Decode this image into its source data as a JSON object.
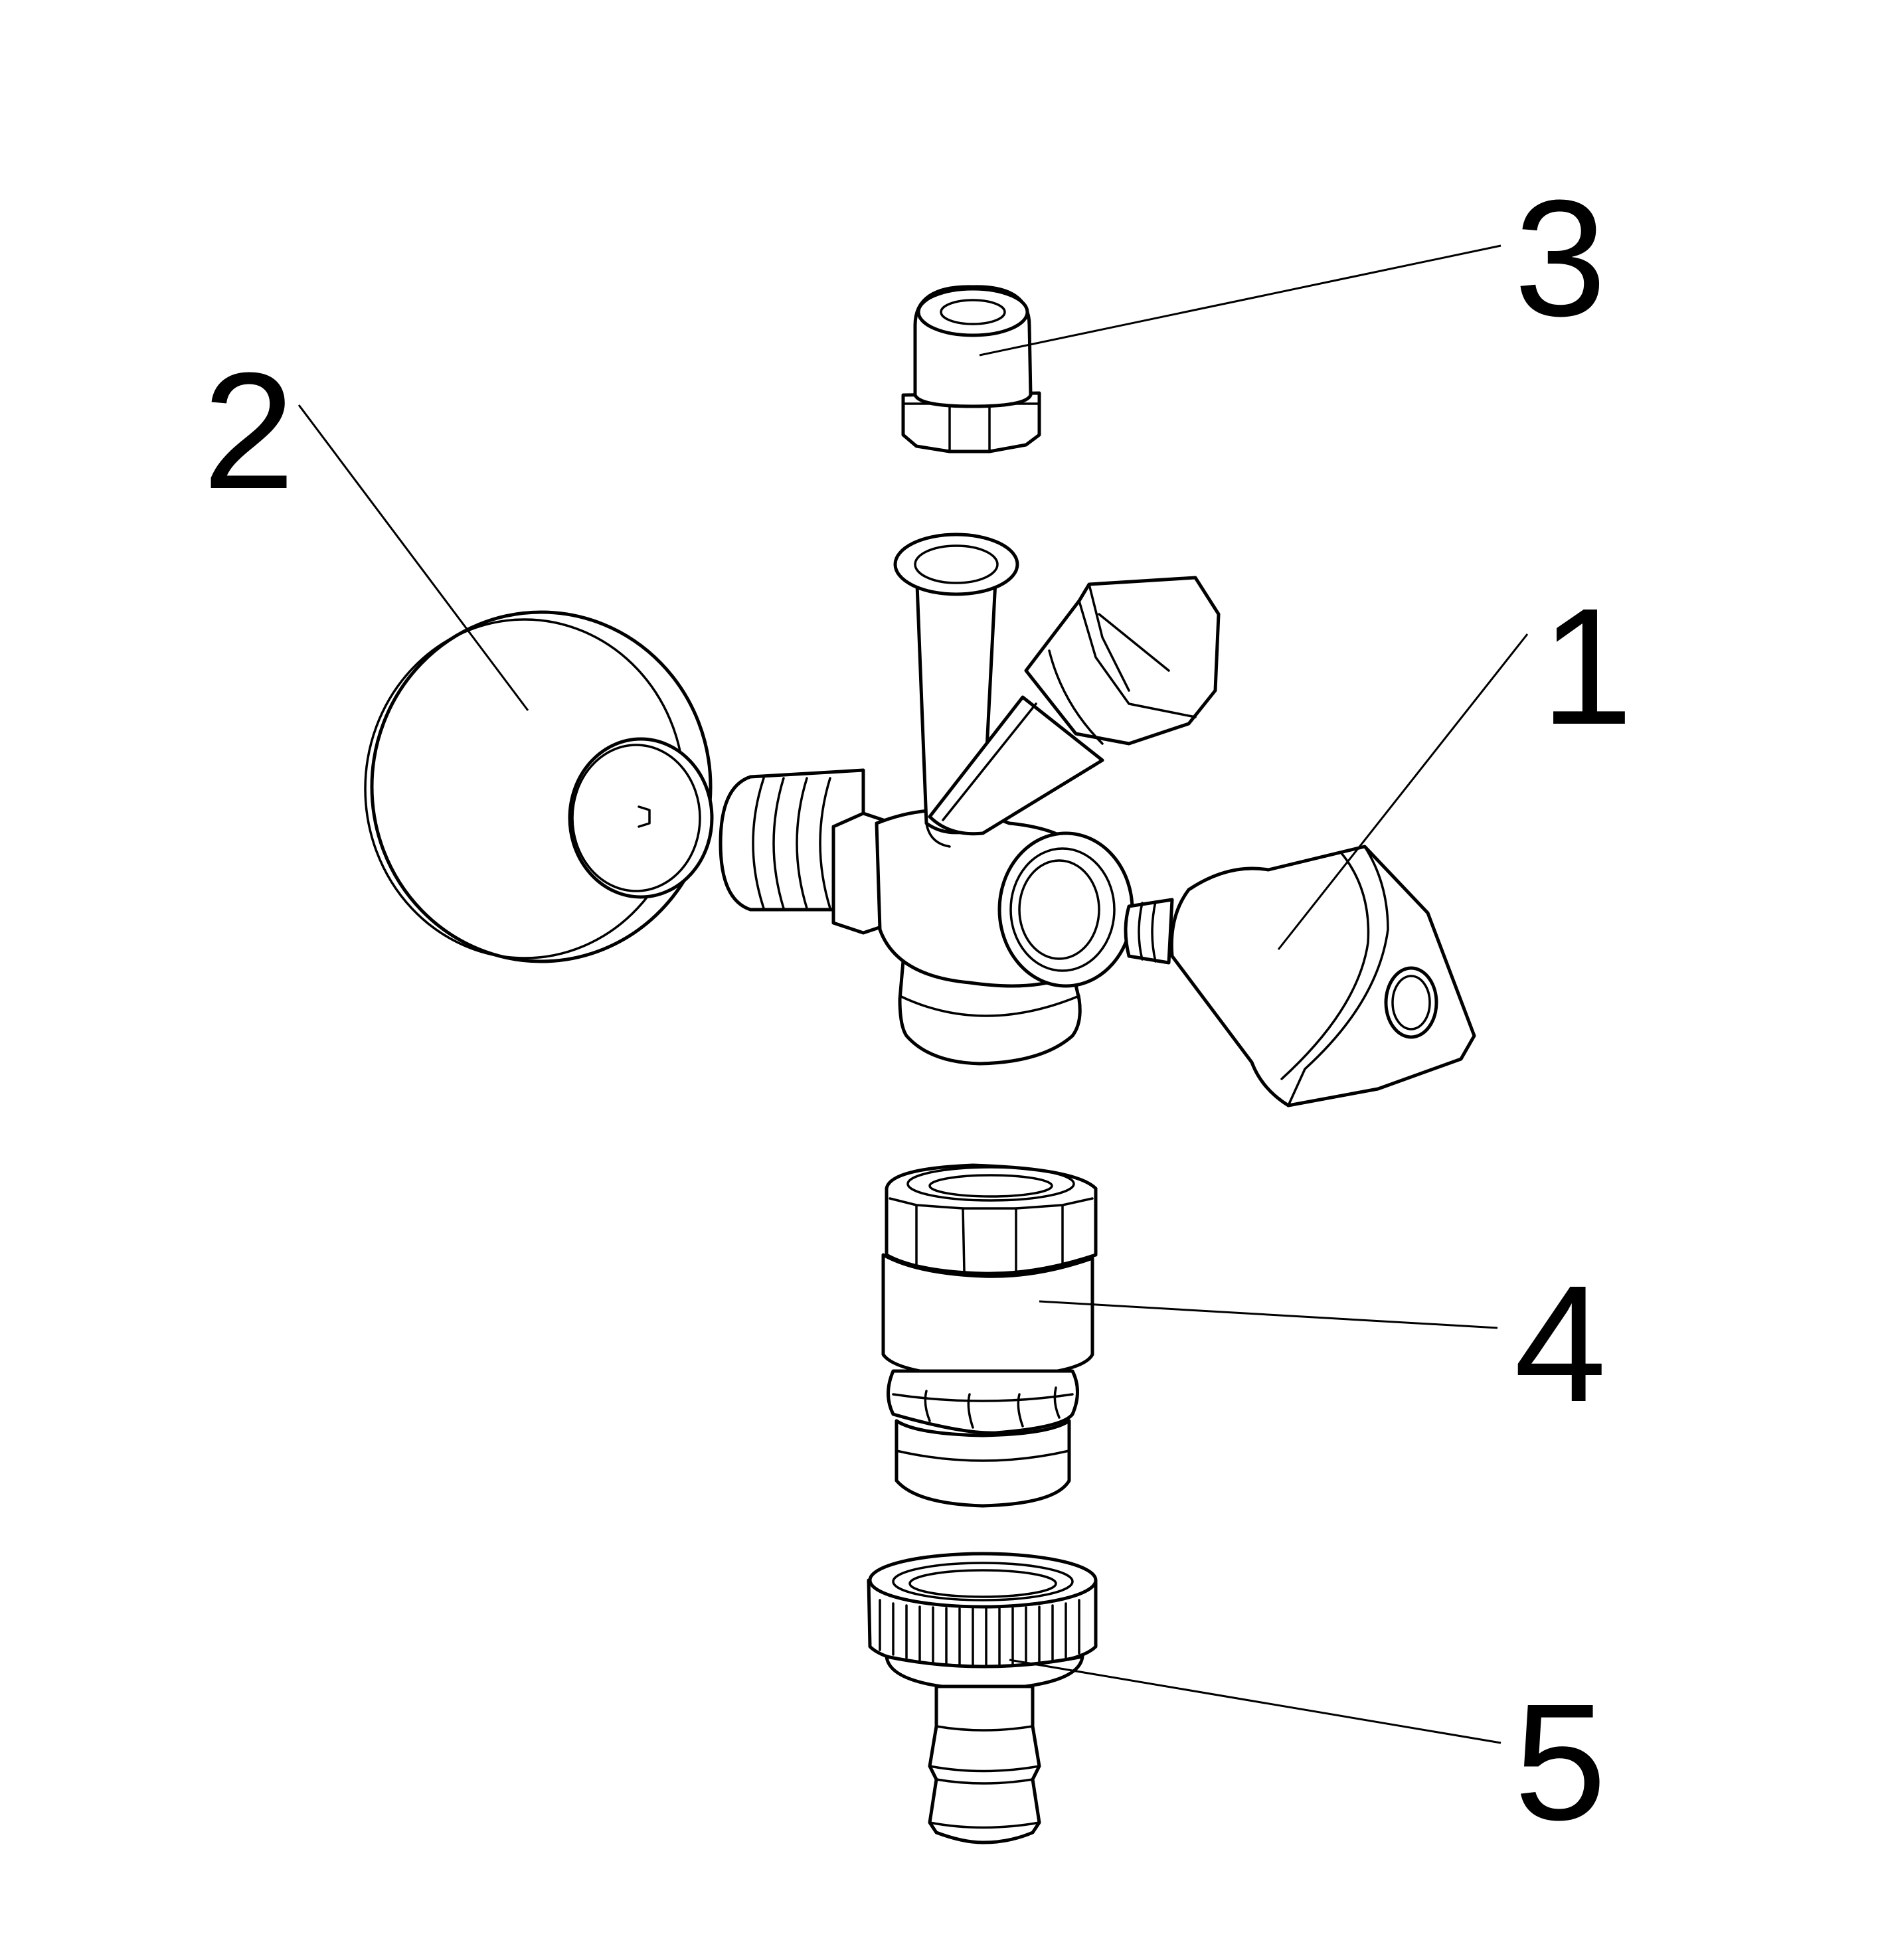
{
  "diagram": {
    "type": "exploded-parts-drawing",
    "background": "#ffffff",
    "line_color": "#000000",
    "callouts": [
      {
        "id": "1",
        "label": "1",
        "part": "valve-handle"
      },
      {
        "id": "2",
        "label": "2",
        "part": "wall-rosette"
      },
      {
        "id": "3",
        "label": "3",
        "part": "compression-nut"
      },
      {
        "id": "4",
        "label": "4",
        "part": "threaded-connector"
      },
      {
        "id": "5",
        "label": "5",
        "part": "hose-connector"
      }
    ]
  }
}
